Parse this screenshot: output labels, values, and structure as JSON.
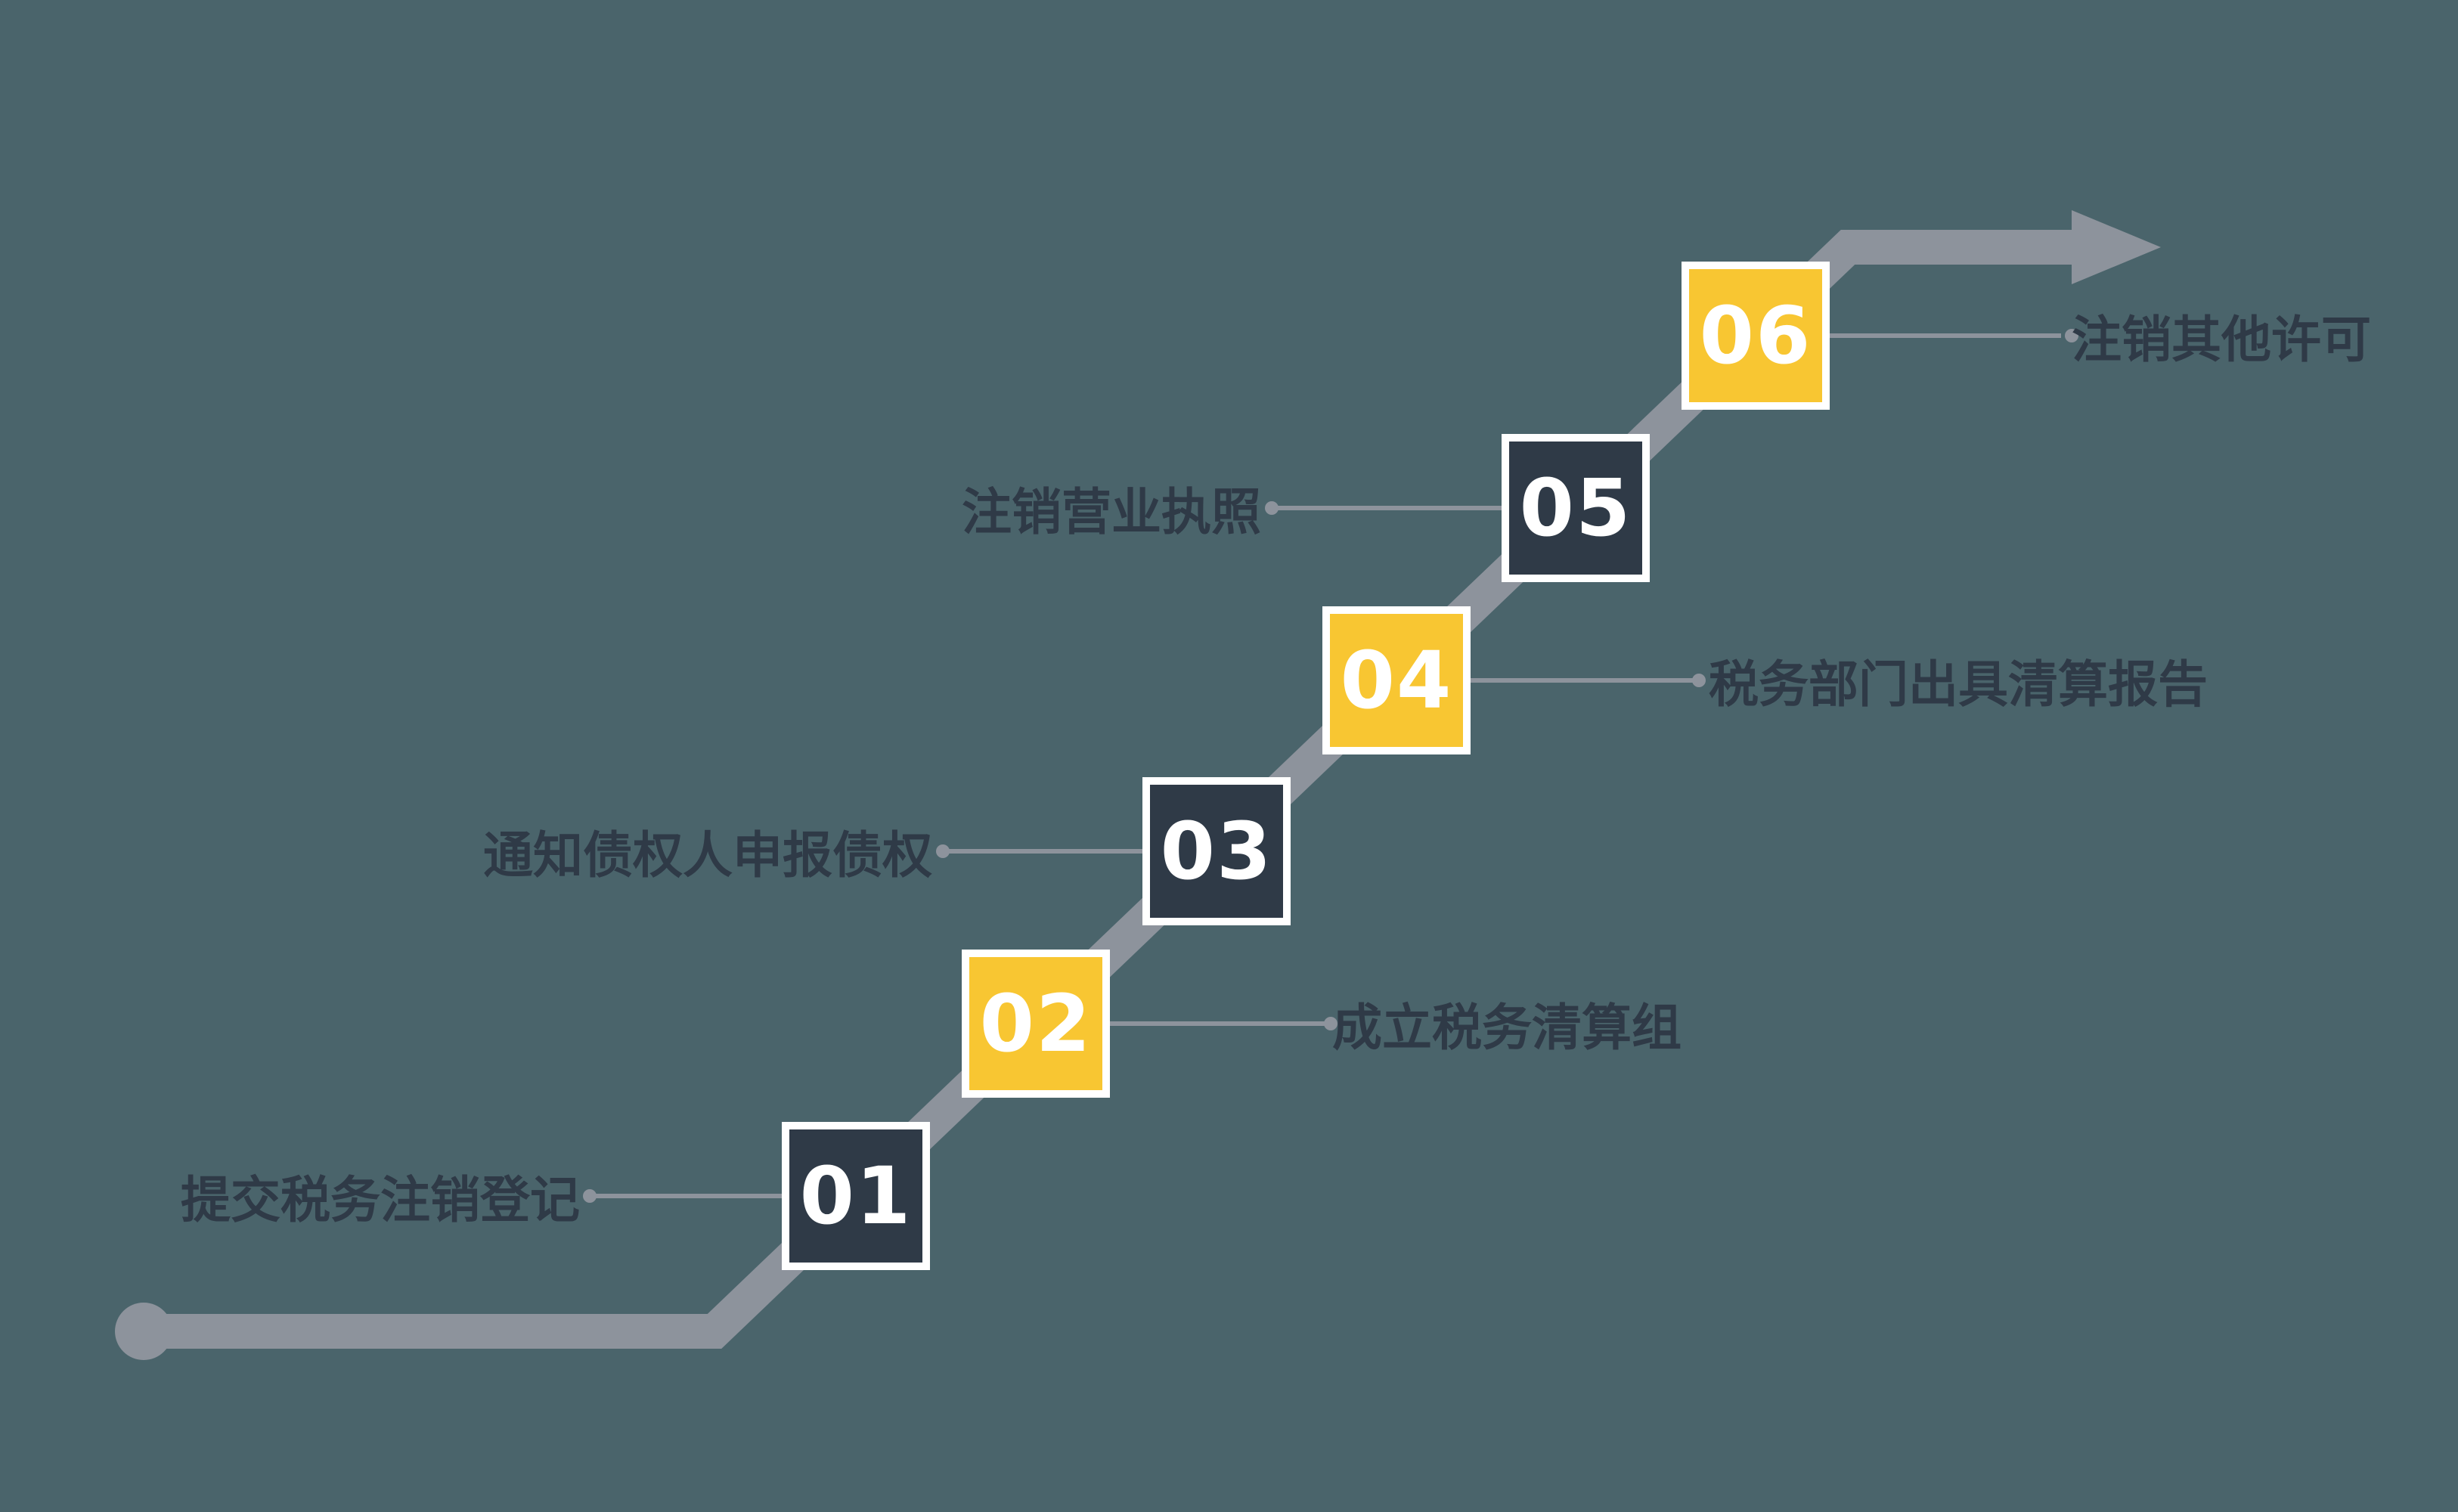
{
  "diagram": {
    "type": "step-flow",
    "direction": "bottom-left-to-top-right"
  },
  "colors": {
    "background": "#4a646b",
    "dark_box": "#2f3a47",
    "yellow_box": "#f8c632",
    "box_border": "#ffffff",
    "flow_line": "#8d939c",
    "label_text": "#2f3a47",
    "number_text": "#ffffff"
  },
  "icons": {
    "arrow": "arrow-right-icon",
    "start_dot": "start-dot-icon"
  },
  "steps": [
    {
      "num": "01",
      "label": "提交税务注销登记",
      "box_color": "dark",
      "label_side": "left"
    },
    {
      "num": "02",
      "label": "成立税务清算组",
      "box_color": "yellow",
      "label_side": "right"
    },
    {
      "num": "03",
      "label": "通知债权人申报债权",
      "box_color": "dark",
      "label_side": "left"
    },
    {
      "num": "04",
      "label": "税务部门出具清算报告",
      "box_color": "yellow",
      "label_side": "right"
    },
    {
      "num": "05",
      "label": "注销营业执照",
      "box_color": "dark",
      "label_side": "left"
    },
    {
      "num": "06",
      "label": "注销其他许可",
      "box_color": "yellow",
      "label_side": "right"
    }
  ]
}
